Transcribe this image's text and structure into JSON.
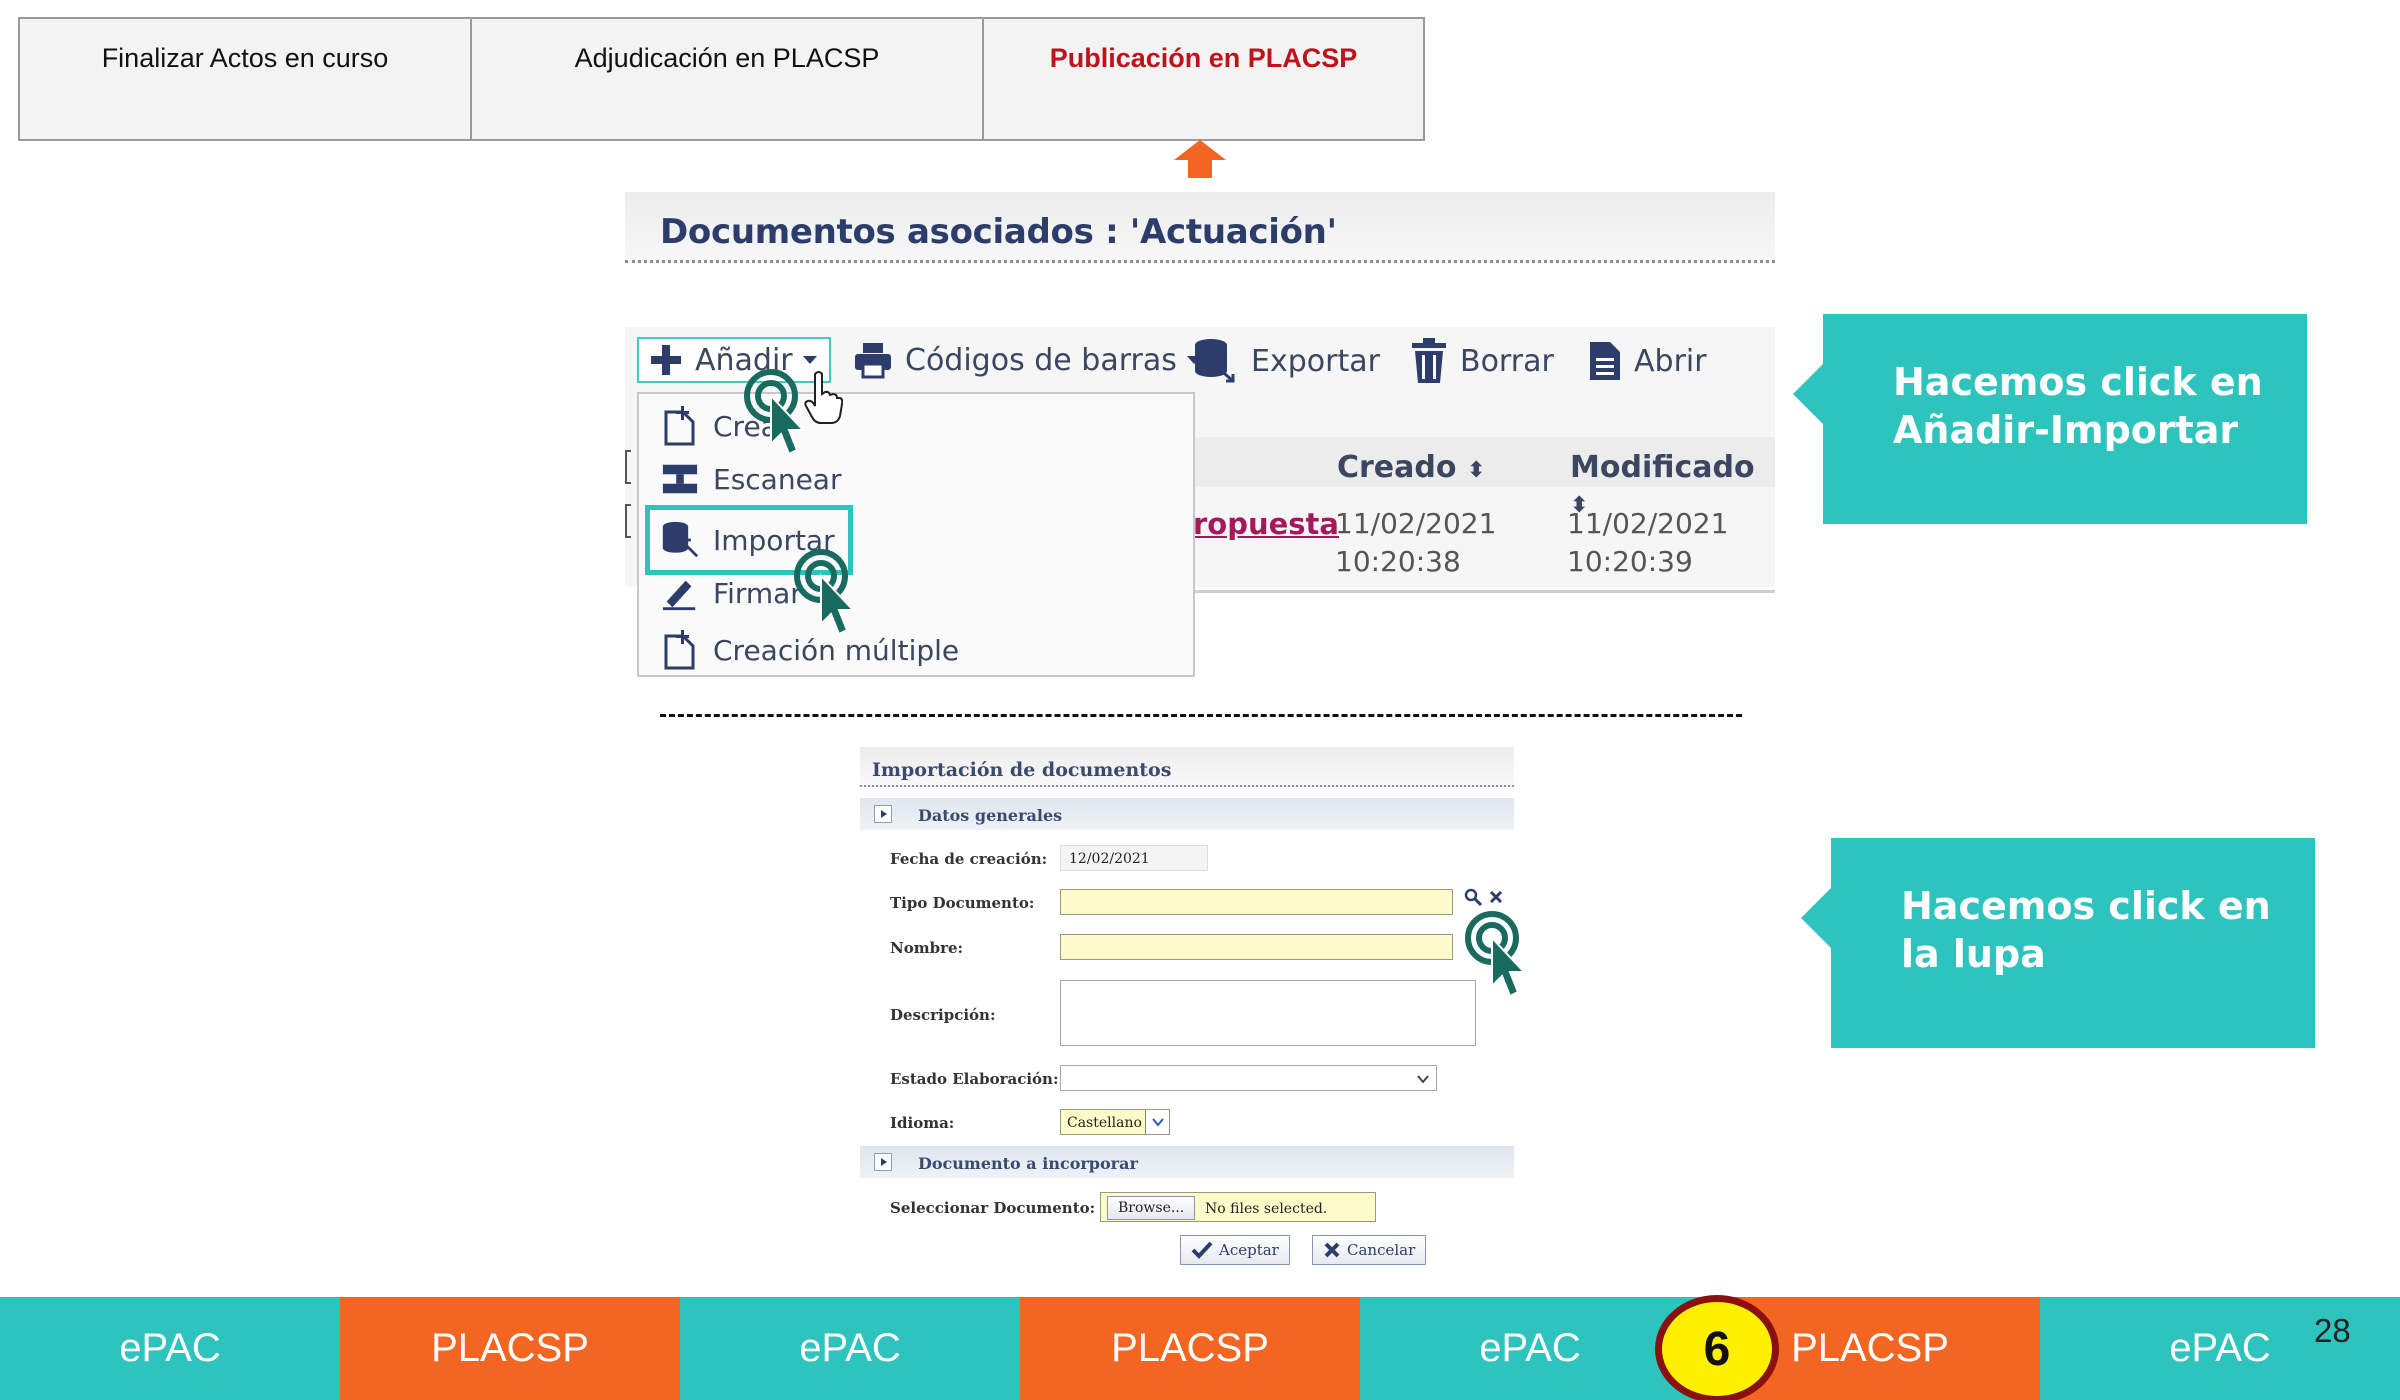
{
  "steps": {
    "items": [
      {
        "label": "Finalizar Actos en curso"
      },
      {
        "label": "Adjudicación en PLACSP"
      },
      {
        "label": "Publicación en PLACSP"
      }
    ],
    "active_color": "#c0121b"
  },
  "doc_panel": {
    "title": "Documentos asociados : 'Actuación'",
    "toolbar": {
      "anadir": "Añadir",
      "codigos": "Códigos de barras",
      "exportar": "Exportar",
      "borrar": "Borrar",
      "abrir": "Abrir"
    },
    "menu": {
      "crear": "Crea",
      "escanear": "Escanear",
      "importar": "Importar",
      "firmar": "Firmar",
      "multiple": "Creación múltiple"
    },
    "columns": {
      "creado": "Creado",
      "modificado": "Modificado"
    },
    "row": {
      "name": "ropuesta",
      "creado_date": "11/02/2021",
      "creado_time": "10:20:38",
      "modificado_date": "11/02/2021",
      "modificado_time": "10:20:39"
    }
  },
  "import_form": {
    "title": "Importación de documentos",
    "section_general": "Datos generales",
    "fecha_label": "Fecha de creación:",
    "fecha_value": "12/02/2021",
    "tipo_label": "Tipo Documento:",
    "nombre_label": "Nombre:",
    "descripcion_label": "Descripción:",
    "estado_label": "Estado Elaboración:",
    "idioma_label": "Idioma:",
    "idioma_value": "Castellano",
    "section_doc": "Documento a incorporar",
    "seleccionar_label": "Seleccionar Documento:",
    "browse_label": "Browse...",
    "no_files": "No files selected.",
    "aceptar": "Aceptar",
    "cancelar": "Cancelar"
  },
  "callouts": {
    "first": "Hacemos click en Añadir-Importar",
    "second": "Hacemos click en la lupa"
  },
  "bottom_bar": {
    "segments": [
      {
        "label": "ePAC",
        "color": "#2ec4bd"
      },
      {
        "label": "PLACSP",
        "color": "#f26522"
      },
      {
        "label": "ePAC",
        "color": "#2ec4bd"
      },
      {
        "label": "PLACSP",
        "color": "#f26522"
      },
      {
        "label": "ePAC",
        "color": "#2ec4bd"
      },
      {
        "label": "PLACSP",
        "color": "#f26522"
      },
      {
        "label": "ePAC",
        "color": "#2ec4bd"
      }
    ],
    "step_number": "6"
  },
  "page_number": "28",
  "colors": {
    "teal": "#2ec4bd",
    "orange": "#f26522",
    "badge_yellow": "#ffef00",
    "badge_border": "#8b1010",
    "link_magenta": "#a3195b"
  }
}
